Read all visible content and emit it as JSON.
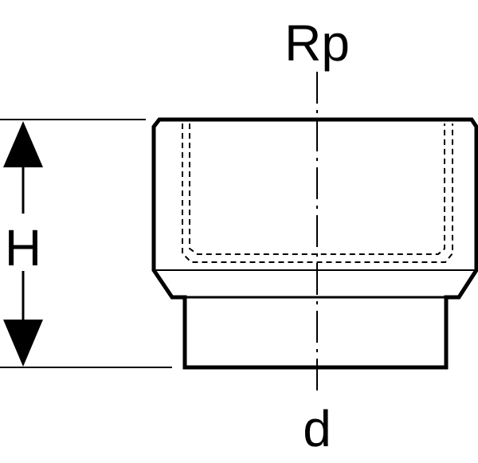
{
  "labels": {
    "top": "Rp",
    "side": "H",
    "bottom": "d"
  },
  "colors": {
    "line": "#000000",
    "background": "#ffffff"
  }
}
